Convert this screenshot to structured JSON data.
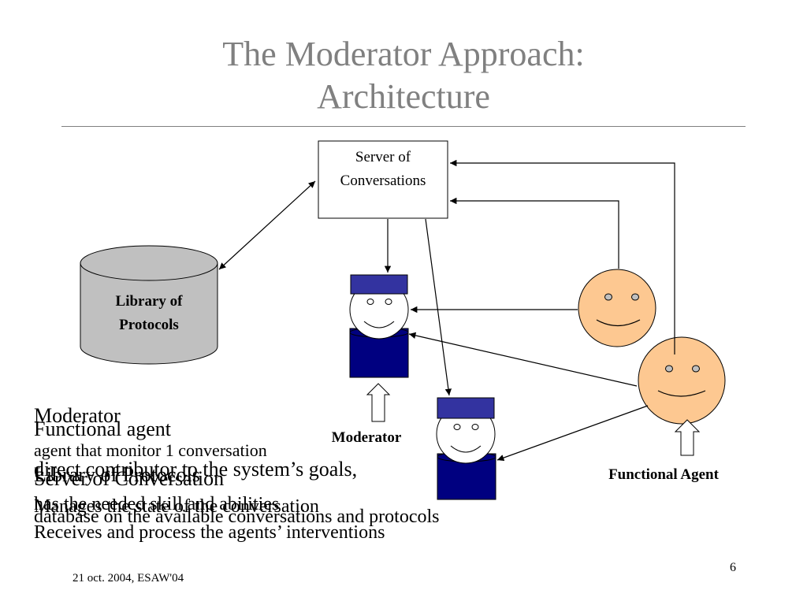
{
  "slide": {
    "title_line1": "The Moderator Approach:",
    "title_line2": "Architecture",
    "footer": "21 oct. 2004,  ESAW'04",
    "page_number": "6"
  },
  "diagram": {
    "server_label_line1": "Server of",
    "server_label_line2": "Conversations",
    "library_label_line1": "Library of",
    "library_label_line2": "Protocols",
    "moderator_caption": "Moderator",
    "functional_caption": "Functional Agent"
  },
  "legend_overlap": {
    "layer_a_heading": "Moderator",
    "layer_b_heading": "Functional agent",
    "layer_a_line1": "agent that monitor 1 conversation",
    "layer_b_line1": "direct contributor to the system’s goals,",
    "layer_a_line2": "Server of Conversation",
    "layer_c_line2": "Library of Protocols",
    "layer_b_line3": "has the needed skill and abilities",
    "layer_a_line3": "Manages the state of the conversation",
    "layer_c_line3": "database on the available conversations and protocols",
    "layer_a_line4": "Receives and process the agents’ interventions"
  },
  "colors": {
    "title": "#808080",
    "cylinder_fill": "#c0c0c0",
    "moderator_body": "#000080",
    "functional_face": "#fdc891"
  }
}
